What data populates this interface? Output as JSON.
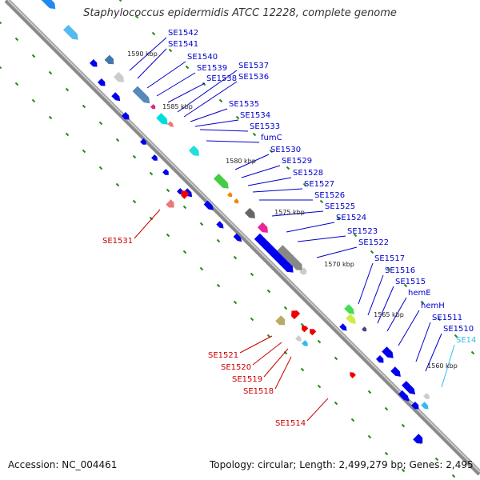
{
  "title": "Staphylococcus epidermidis ATCC 12228, complete genome",
  "footer": {
    "accession": "Accession: NC_004461",
    "topology": "Topology: circular; Length: 2,499,279 bp; Genes: 2,495"
  },
  "colors": {
    "backbone": "#8a8a8a",
    "tick": "#2a8a1a",
    "upper_label": "#0000cc",
    "lower_label": "#cc0000",
    "highlight_label": "#33bbee",
    "default_gene_upper": "#0000ee",
    "default_gene_lower": "#ee0000"
  },
  "ruler_labels": [
    "1590 kbp",
    "1585 kbp",
    "1580 kbp",
    "1575 kbp",
    "1570 kbp",
    "1565 kbp",
    "1560 kbp"
  ],
  "upper_labels": [
    {
      "text": "SE1542",
      "color": "#0000cc"
    },
    {
      "text": "SE1541",
      "color": "#0000cc"
    },
    {
      "text": "SE1540",
      "color": "#0000cc"
    },
    {
      "text": "SE1539",
      "color": "#0000cc"
    },
    {
      "text": "SE1538",
      "color": "#0000cc"
    },
    {
      "text": "SE1537",
      "color": "#0000cc"
    },
    {
      "text": "SE1536",
      "color": "#0000cc"
    },
    {
      "text": "SE1535",
      "color": "#0000cc"
    },
    {
      "text": "SE1534",
      "color": "#0000cc"
    },
    {
      "text": "SE1533",
      "color": "#0000cc"
    },
    {
      "text": "fumC",
      "color": "#0000cc"
    },
    {
      "text": "SE1530",
      "color": "#0000cc"
    },
    {
      "text": "SE1529",
      "color": "#0000cc"
    },
    {
      "text": "SE1528",
      "color": "#0000cc"
    },
    {
      "text": "SE1527",
      "color": "#0000cc"
    },
    {
      "text": "SE1526",
      "color": "#0000cc"
    },
    {
      "text": "SE1525",
      "color": "#0000cc"
    },
    {
      "text": "SE1524",
      "color": "#0000cc"
    },
    {
      "text": "SE1523",
      "color": "#0000cc"
    },
    {
      "text": "SE1522",
      "color": "#0000cc"
    },
    {
      "text": "SE1517",
      "color": "#0000cc"
    },
    {
      "text": "SE1516",
      "color": "#0000cc"
    },
    {
      "text": "SE1515",
      "color": "#0000cc"
    },
    {
      "text": "hemE",
      "color": "#0000cc"
    },
    {
      "text": "hemH",
      "color": "#0000cc"
    },
    {
      "text": "SE1511",
      "color": "#0000cc"
    },
    {
      "text": "SE1510",
      "color": "#0000cc"
    },
    {
      "text": "SE14",
      "color": "#33bbee"
    }
  ],
  "lower_labels": [
    {
      "text": "SE1531",
      "color": "#cc0000"
    },
    {
      "text": "SE1521",
      "color": "#cc0000"
    },
    {
      "text": "SE1520",
      "color": "#cc0000"
    },
    {
      "text": "SE1519",
      "color": "#cc0000"
    },
    {
      "text": "SE1518",
      "color": "#cc0000"
    },
    {
      "text": "SE1514",
      "color": "#cc0000"
    }
  ],
  "upper_genes": [
    {
      "color": "#2288ee"
    },
    {
      "color": "#55bbee"
    },
    {
      "color": "#0000ee"
    },
    {
      "color": "#4477aa"
    },
    {
      "color": "#0000ee"
    },
    {
      "color": "#cccccc"
    },
    {
      "color": "#0000ee"
    },
    {
      "color": "#5588bb"
    },
    {
      "color": "#0000ee"
    },
    {
      "color": "#dd2288"
    },
    {
      "color": "#00dddd"
    },
    {
      "color": "#ee7777"
    },
    {
      "color": "#0000ee"
    },
    {
      "color": "#0000ee"
    },
    {
      "color": "#0000ee"
    },
    {
      "color": "#0000ee"
    },
    {
      "color": "#22dddd"
    },
    {
      "color": "#0000ee"
    },
    {
      "color": "#44cc44"
    },
    {
      "color": "#ee8800"
    },
    {
      "color": "#0000ee"
    },
    {
      "color": "#ee8800"
    },
    {
      "color": "#0000ee"
    },
    {
      "color": "#666666"
    },
    {
      "color": "#0000ee"
    },
    {
      "color": "#ee2299"
    },
    {
      "color": "#0000ee"
    },
    {
      "color": "#888888"
    },
    {
      "color": "#cccccc"
    },
    {
      "color": "#44dd55"
    },
    {
      "color": "#ccee44"
    },
    {
      "color": "#0000ee"
    },
    {
      "color": "#444488"
    },
    {
      "color": "#0000ee"
    },
    {
      "color": "#0000ee"
    },
    {
      "color": "#0000ee"
    },
    {
      "color": "#0000ee"
    },
    {
      "color": "#0000ee"
    },
    {
      "color": "#0000ee"
    },
    {
      "color": "#cccccc"
    },
    {
      "color": "#33bbee"
    }
  ],
  "lower_genes": [
    {
      "color": "#ee7777"
    },
    {
      "color": "#ee0000"
    },
    {
      "color": "#bbaa66"
    },
    {
      "color": "#ee0000"
    },
    {
      "color": "#ee0000"
    },
    {
      "color": "#cccccc"
    },
    {
      "color": "#33bbee"
    },
    {
      "color": "#ee0000"
    },
    {
      "color": "#ee0000"
    },
    {
      "color": "#0000ee"
    }
  ]
}
